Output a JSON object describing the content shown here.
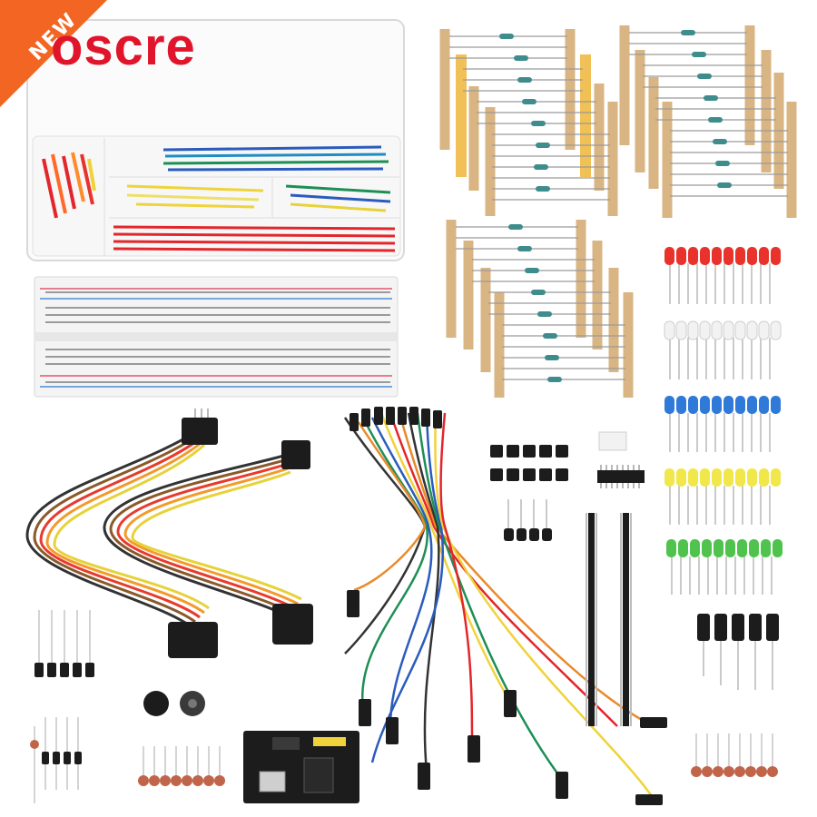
{
  "badge": {
    "label": "NEW",
    "color": "#f26522"
  },
  "brand": {
    "label": "oscre",
    "color": "#e0142b"
  },
  "colors": {
    "wire_red": "#e3262b",
    "wire_blue": "#2a5bbd",
    "wire_green": "#1d8f55",
    "wire_yellow": "#f0d33a",
    "resistor_tape": "#d8b583",
    "led_red": "#e8322b",
    "led_white": "#f2f2f2",
    "led_blue": "#2f7ad8",
    "led_yellow": "#f1e64a",
    "led_green": "#4fc34e",
    "breadboard": "#f4f4f4",
    "capacitor_disc": "#c0654a"
  },
  "items": [
    "jumper-wire-kit-box",
    "breadboard",
    "resistor-assortment",
    "red-leds",
    "white-leds",
    "blue-leds",
    "yellow-leds",
    "green-leds",
    "dupont-ribbon-cables",
    "jumper-wire-bundle",
    "push-buttons",
    "ic-chip",
    "pin-headers",
    "transistors",
    "electrolytic-capacitors",
    "buzzers",
    "power-supply-module",
    "ceramic-capacitors",
    "diodes"
  ]
}
